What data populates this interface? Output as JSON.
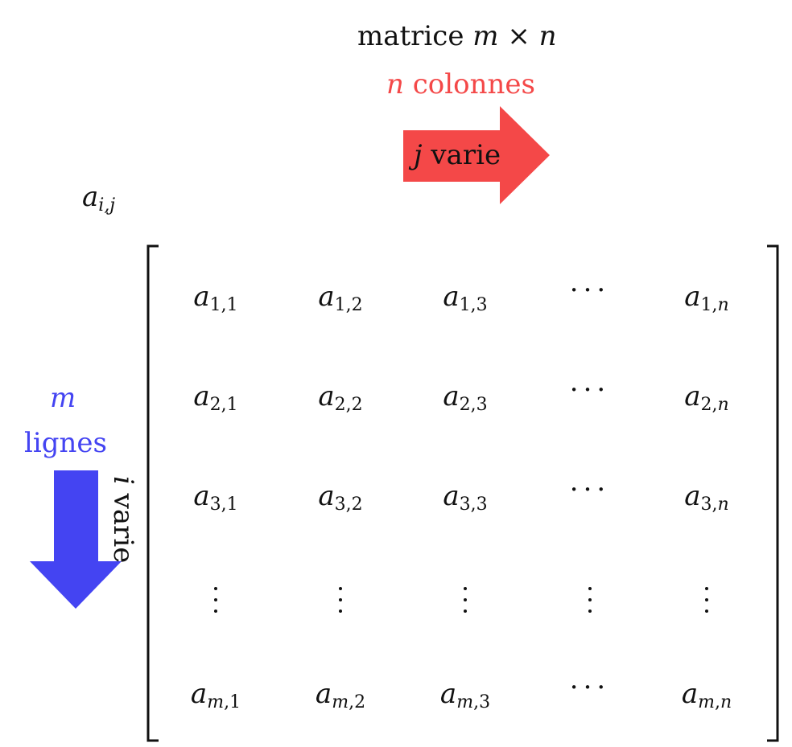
{
  "title": {
    "prefix": "matrice ",
    "expr_m": "m",
    "times": " × ",
    "expr_n": "n"
  },
  "columns_label": {
    "var": "n",
    "text": " colonnes"
  },
  "rows_label": {
    "var": "m",
    "text": "lignes"
  },
  "j_arrow": {
    "var": "j",
    "text": " varie"
  },
  "i_arrow": {
    "var": "i",
    "text": " varie"
  },
  "general_term": {
    "base": "a",
    "sub": "i,j"
  },
  "colors": {
    "red": "#f44848",
    "blue": "#4444f2"
  },
  "matrix": {
    "rows": [
      [
        {
          "base": "a",
          "sub": "1,1"
        },
        {
          "base": "a",
          "sub": "1,2"
        },
        {
          "base": "a",
          "sub": "1,3"
        },
        {
          "dots": "h"
        },
        {
          "base": "a",
          "sub": "1,n"
        }
      ],
      [
        {
          "base": "a",
          "sub": "2,1"
        },
        {
          "base": "a",
          "sub": "2,2"
        },
        {
          "base": "a",
          "sub": "2,3"
        },
        {
          "dots": "h"
        },
        {
          "base": "a",
          "sub": "2,n"
        }
      ],
      [
        {
          "base": "a",
          "sub": "3,1"
        },
        {
          "base": "a",
          "sub": "3,2"
        },
        {
          "base": "a",
          "sub": "3,3"
        },
        {
          "dots": "h"
        },
        {
          "base": "a",
          "sub": "3,n"
        }
      ],
      [
        {
          "dots": "v"
        },
        {
          "dots": "v"
        },
        {
          "dots": "v"
        },
        {
          "dots": "v"
        },
        {
          "dots": "v"
        }
      ],
      [
        {
          "base": "a",
          "sub": "m,1"
        },
        {
          "base": "a",
          "sub": "m,2"
        },
        {
          "base": "a",
          "sub": "m,3"
        },
        {
          "dots": "h"
        },
        {
          "base": "a",
          "sub": "m,n"
        }
      ]
    ]
  }
}
